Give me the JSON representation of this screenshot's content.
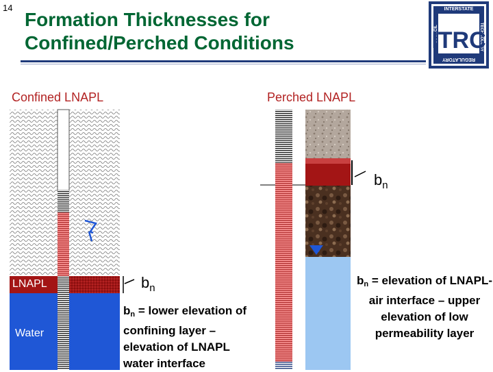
{
  "slide_number": "14",
  "title": {
    "line1": "Formation Thicknesses for",
    "line2": "Confined/Perched Conditions"
  },
  "logo": {
    "text": "ITRC",
    "top_arc": "INTERSTATE",
    "mid_arc": "TECHNOLOGY",
    "bottom_arc": "REGULATORY",
    "side_arc": "COUNCIL"
  },
  "confined": {
    "heading": "Confined LNAPL",
    "lnapl_label": "LNAPL",
    "water_label": "Water",
    "bn_symbol": "b",
    "bn_subscript": "n",
    "description": {
      "symbol": "b",
      "subscript": "n",
      "text": " = lower elevation of confining layer – elevation of LNAPL water interface"
    }
  },
  "perched": {
    "heading": "Perched LNAPL",
    "bn_symbol": "b",
    "bn_subscript": "n",
    "description": {
      "symbol": "b",
      "subscript": "n",
      "text": " = elevation of LNAPL-air interface – upper elevation of low permeability layer"
    }
  },
  "colors": {
    "title": "#006633",
    "heading": "#b22222",
    "lnapl": "#a31515",
    "water": "#1f57d6",
    "perched_water": "#9cc7f2",
    "logo_blue": "#1f3a7a"
  }
}
